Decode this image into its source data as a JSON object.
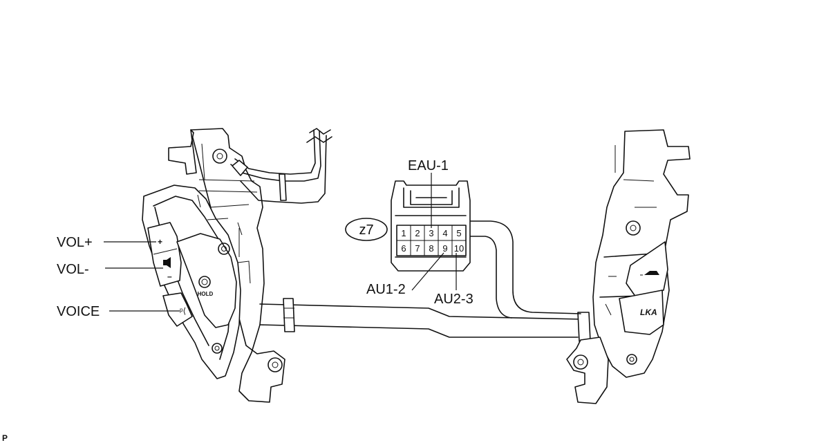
{
  "callouts": {
    "vol_plus": "VOL+",
    "vol_minus": "VOL-",
    "voice": "VOICE",
    "eau1": "EAU-1",
    "au12": "AU1-2",
    "au23": "AU2-3"
  },
  "connector": {
    "code": "z7",
    "pins_top": [
      "1",
      "2",
      "3",
      "4",
      "5"
    ],
    "pins_bottom": [
      "6",
      "7",
      "8",
      "9",
      "10"
    ]
  },
  "switch_text": {
    "hold": "HOLD",
    "lka": "LKA"
  },
  "corner_mark": "P"
}
